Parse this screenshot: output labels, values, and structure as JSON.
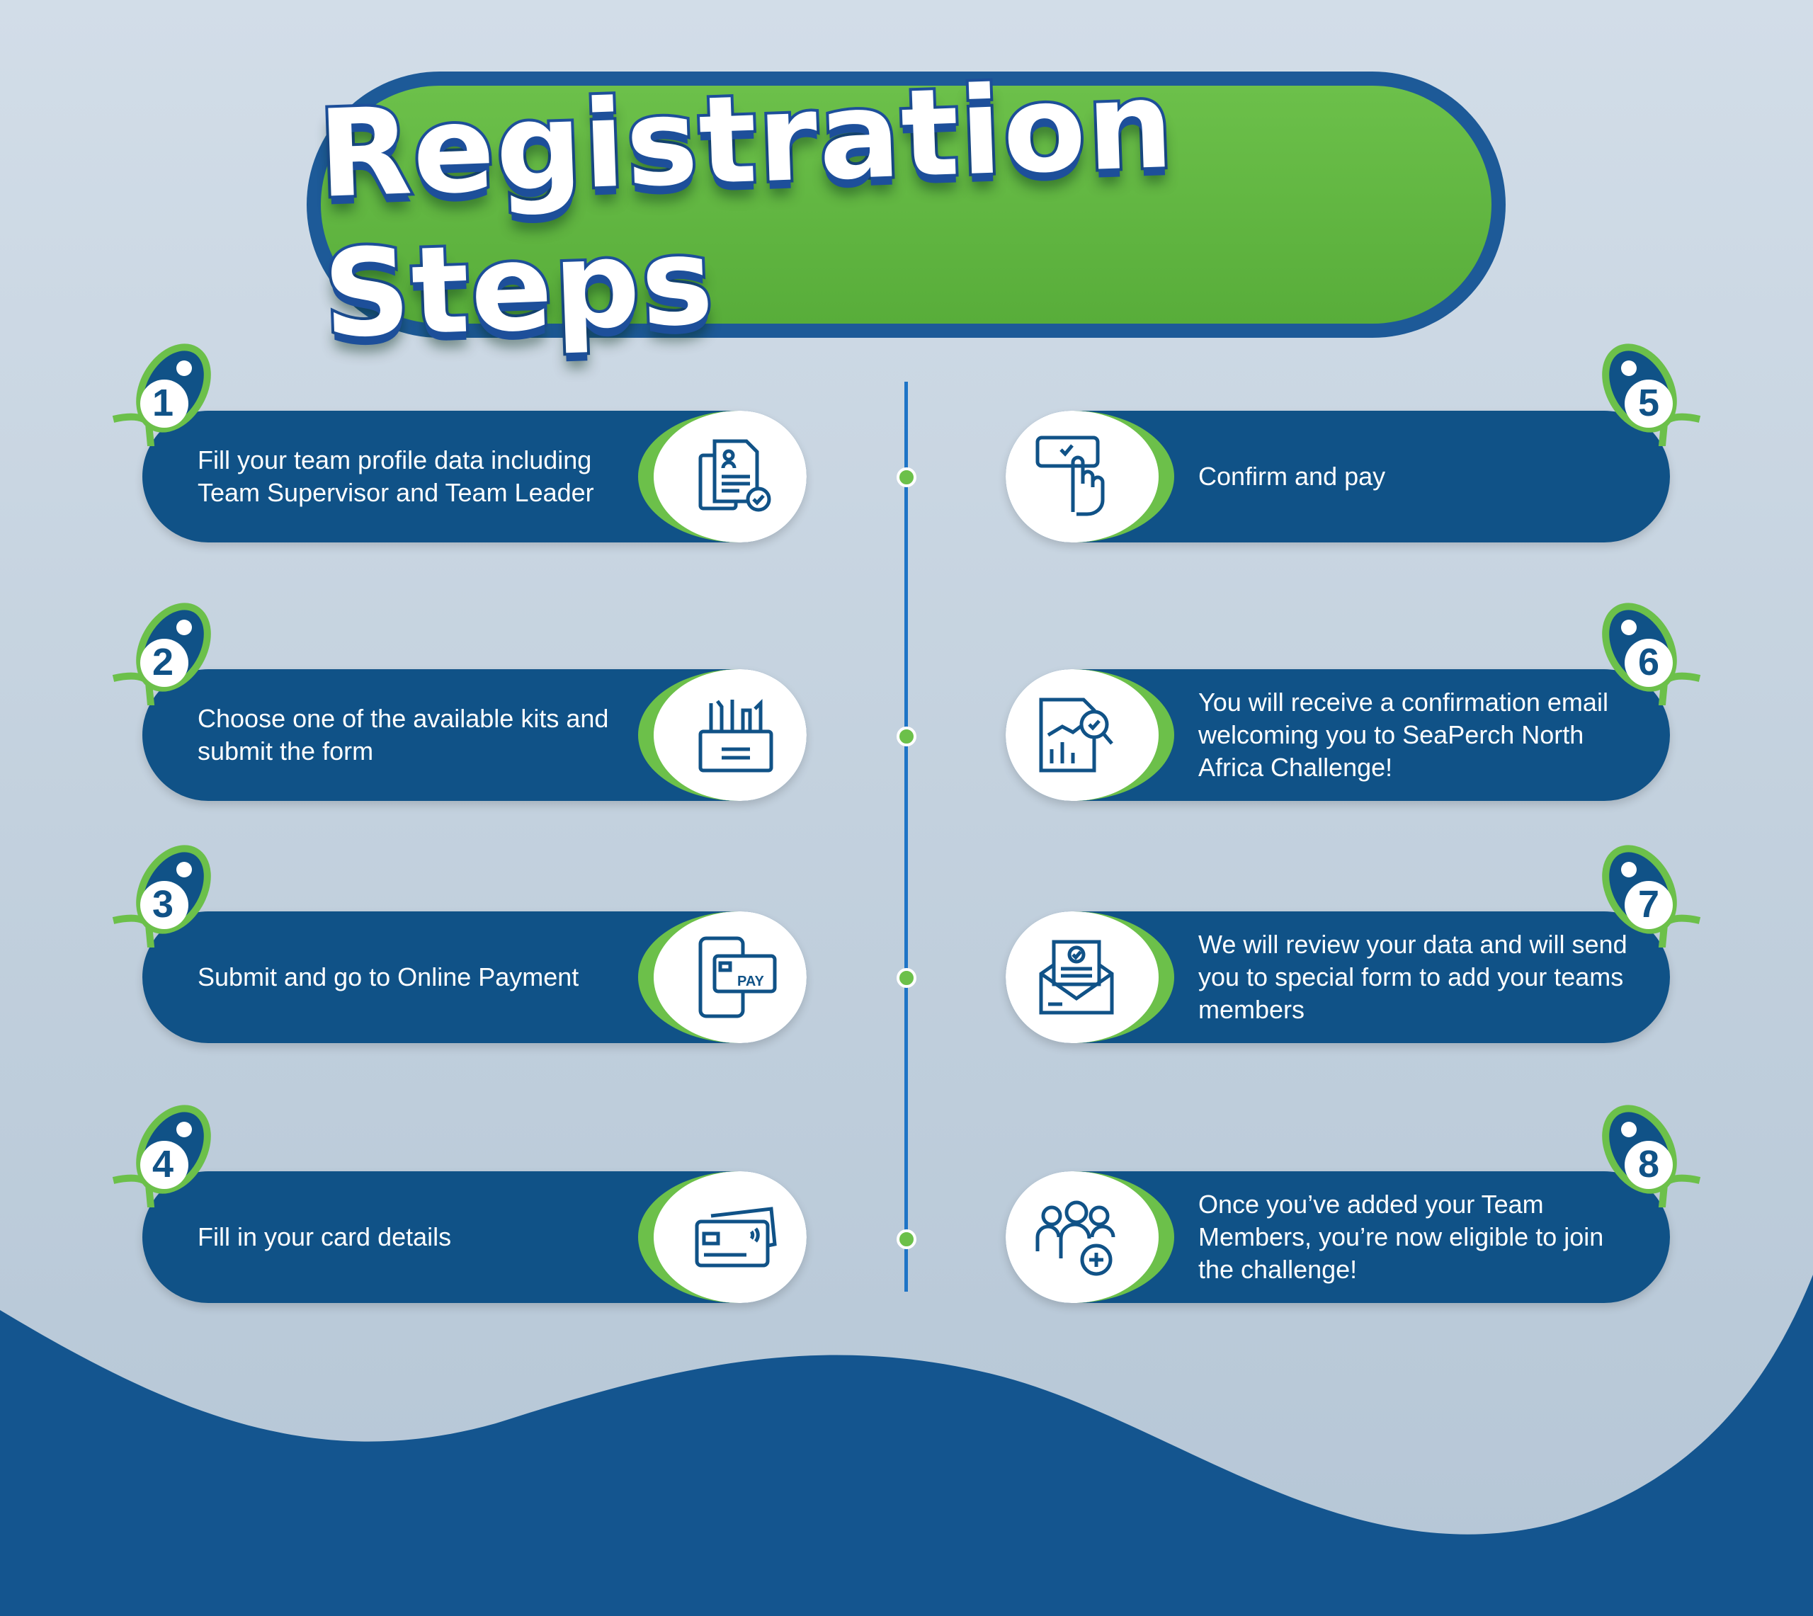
{
  "title": "Registration Steps",
  "colors": {
    "blue": "#105287",
    "green": "#6cc04a",
    "line": "#1e74c6"
  },
  "steps": [
    {
      "number": "1",
      "text": "Fill your team profile data including Team Supervisor and Team Leader",
      "icon": "profile-document-check-icon"
    },
    {
      "number": "2",
      "text": "Choose one of the available kits and submit the form",
      "icon": "toolbox-icon"
    },
    {
      "number": "3",
      "text": "Submit and go to Online Payment",
      "icon": "mobile-pay-icon"
    },
    {
      "number": "4",
      "text": "Fill in your card details",
      "icon": "credit-card-icon"
    },
    {
      "number": "5",
      "text": "Confirm and pay",
      "icon": "touch-confirm-icon"
    },
    {
      "number": "6",
      "text": "You will receive a confirmation email welcoming you to SeaPerch North Africa Challenge!",
      "icon": "report-search-icon"
    },
    {
      "number": "7",
      "text": "We will review your data and will send you to special form to add your teams members",
      "icon": "envelope-check-icon"
    },
    {
      "number": "8",
      "text": "Once you’ve added your Team Members, you’re now eligible to join the challenge!",
      "icon": "add-team-icon"
    }
  ]
}
